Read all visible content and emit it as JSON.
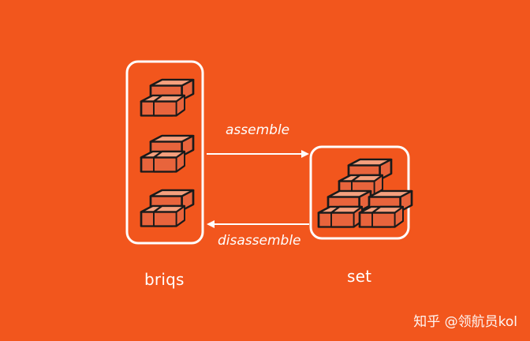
{
  "diagram": {
    "left_group_label": "briqs",
    "right_group_label": "set",
    "forward_arrow_label": "assemble",
    "backward_arrow_label": "disassemble"
  },
  "watermark": "知乎 @领航员kol",
  "colors": {
    "background": "#f2561d",
    "brick_front": "#e8643c",
    "brick_top": "#f5a07e",
    "outline": "#1a1a1a",
    "line": "#ffffff"
  },
  "icons": {
    "brick": "brick-stack-icon"
  }
}
